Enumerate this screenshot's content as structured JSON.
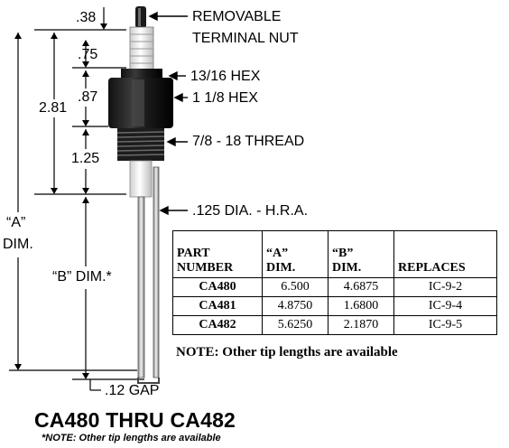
{
  "labels": {
    "removable_terminal_nut_line1": "REMOVABLE",
    "removable_terminal_nut_line2": "TERMINAL NUT",
    "hex_13_16": "13/16 HEX",
    "hex_1_1_8": "1 1/8 HEX",
    "thread": "7/8 - 18 THREAD",
    "hra": ".125 DIA. - H.R.A.",
    "gap": ".12 GAP"
  },
  "dimensions": {
    "d_038": ".38",
    "d_075": ".75",
    "d_087": ".87",
    "d_281": "2.81",
    "d_125": "1.25",
    "a_dim_line1": "“A”",
    "a_dim_line2": "DIM.",
    "b_dim": "“B” DIM.*"
  },
  "table": {
    "headers": [
      {
        "line1": "PART",
        "line2": "NUMBER"
      },
      {
        "line1": "“A”",
        "line2": "DIM."
      },
      {
        "line1": "“B”",
        "line2": "DIM."
      },
      {
        "line1": "",
        "line2": "REPLACES"
      }
    ],
    "rows": [
      {
        "part": "CA480",
        "a": "6.500",
        "b": "4.6875",
        "replaces": "IC-9-2"
      },
      {
        "part": "CA481",
        "a": "4.8750",
        "b": "1.6800",
        "replaces": "IC-9-4"
      },
      {
        "part": "CA482",
        "a": "5.6250",
        "b": "2.1870",
        "replaces": "IC-9-5"
      }
    ]
  },
  "note": "NOTE: Other tip lengths are available",
  "title": "CA480 THRU CA482",
  "subnote": "*NOTE: Other tip lengths are available"
}
